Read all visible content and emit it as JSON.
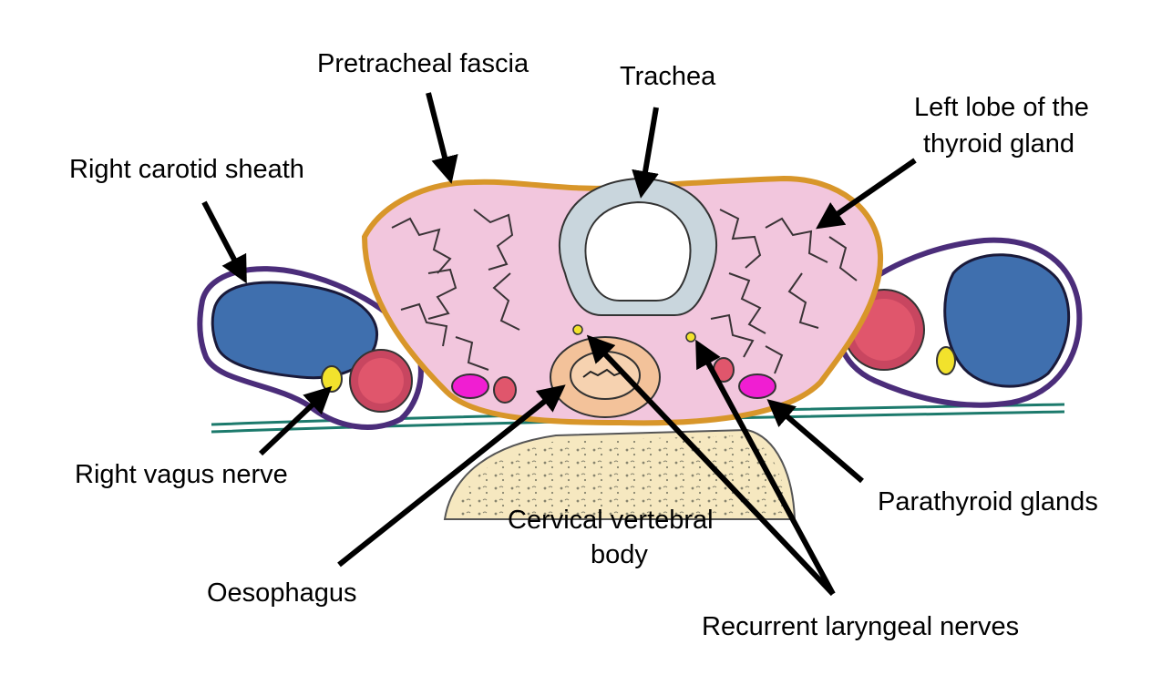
{
  "labels": {
    "pretracheal_fascia": "Pretracheal fascia",
    "trachea": "Trachea",
    "left_lobe_line1": "Left lobe of the",
    "left_lobe_line2": "thyroid gland",
    "right_carotid_sheath": "Right carotid sheath",
    "right_vagus_nerve": "Right vagus nerve",
    "oesophagus": "Oesophagus",
    "cervical_vertebral_line1": "Cervical vertebral",
    "cervical_vertebral_line2": "body",
    "parathyroid_glands": "Parathyroid glands",
    "recurrent_laryngeal_nerves": "Recurrent laryngeal nerves"
  },
  "colors": {
    "thyroid": "#f2c6dd",
    "thyroid_lines": "#1a1a1a",
    "fascia": "#d8962a",
    "trachea_cartilage": "#c9d6dd",
    "jugular_vein": "#3f6fae",
    "carotid_sheath": "#4b2d7a",
    "carotid_artery": "#e0566c",
    "vagus_nerve": "#f2e22c",
    "parathyroid": "#f01ed2",
    "oesophagus": "#f3c29a",
    "vertebra": "#f6e8c0",
    "prevertebral_fascia": "#1c7a6c",
    "arrow": "#000000"
  }
}
